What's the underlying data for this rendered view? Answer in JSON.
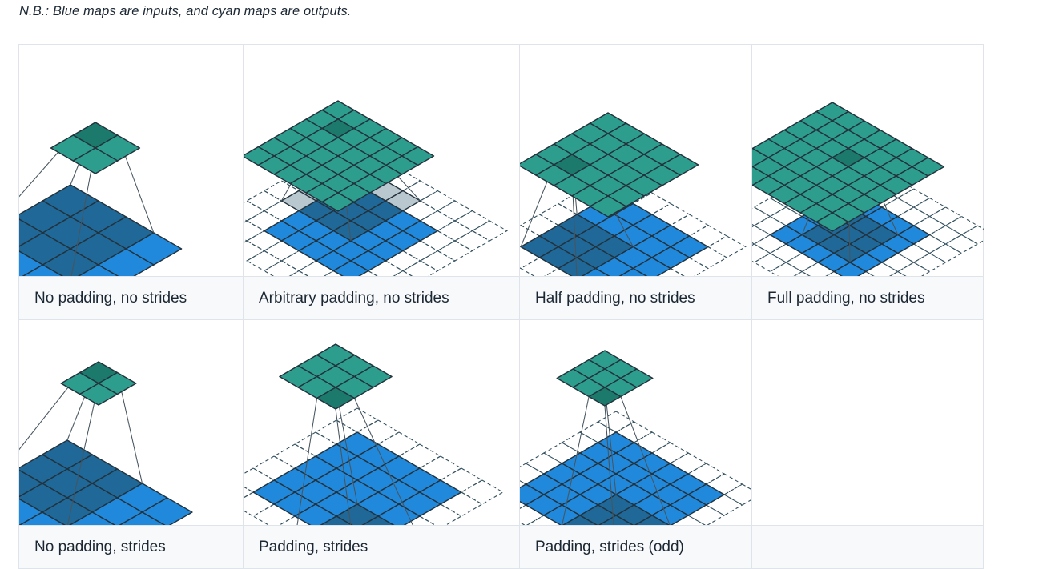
{
  "note": "N.B.: Blue maps are inputs, and cyan maps are outputs.",
  "colors": {
    "input_light": "#2189dc",
    "input_dark": "#1f6898",
    "output": "#2d9e8e",
    "output_dark": "#1b7a6c",
    "padding_ghost": "#a9bcc4",
    "stroke": "#23323c",
    "dashed_stroke": "#33505f",
    "cell_border": "#dfe4ea",
    "caption_bg": "#f7f9fa"
  },
  "table": {
    "rows": [
      {
        "cells": [
          {
            "caption": "No padding, no strides",
            "figure": "conv-no-padding-no-strides",
            "input_size": 4,
            "output_size": 2,
            "kernel": 3,
            "padding": 0,
            "stride": 1,
            "dashed_pad": 0
          },
          {
            "caption": "Arbitrary padding, no strides",
            "figure": "conv-arbitrary-padding-no-strides",
            "input_size": 5,
            "output_size": 6,
            "kernel": 4,
            "padding": 2,
            "stride": 1,
            "dashed_pad": 2
          },
          {
            "caption": "Half padding, no strides",
            "figure": "conv-half-padding-no-strides",
            "input_size": 5,
            "output_size": 5,
            "kernel": 3,
            "padding": 1,
            "stride": 1,
            "dashed_pad": 1
          },
          {
            "caption": "Full padding, no strides",
            "figure": "conv-full-padding-no-strides",
            "input_size": 5,
            "output_size": 7,
            "kernel": 3,
            "padding": 2,
            "stride": 1,
            "dashed_pad": 2
          }
        ]
      },
      {
        "cells": [
          {
            "caption": "No padding, strides",
            "figure": "conv-no-padding-strides",
            "input_size": 5,
            "output_size": 2,
            "kernel": 3,
            "padding": 0,
            "stride": 2,
            "dashed_pad": 0
          },
          {
            "caption": "Padding, strides",
            "figure": "conv-padding-strides",
            "input_size": 5,
            "output_size": 3,
            "kernel": 3,
            "padding": 1,
            "stride": 2,
            "dashed_pad": 1
          },
          {
            "caption": "Padding, strides (odd)",
            "figure": "conv-padding-strides-odd",
            "input_size": 6,
            "output_size": 3,
            "kernel": 3,
            "padding": 1,
            "stride": 2,
            "dashed_pad": 1
          },
          {
            "caption": "",
            "figure": "",
            "empty": true
          }
        ]
      }
    ]
  }
}
